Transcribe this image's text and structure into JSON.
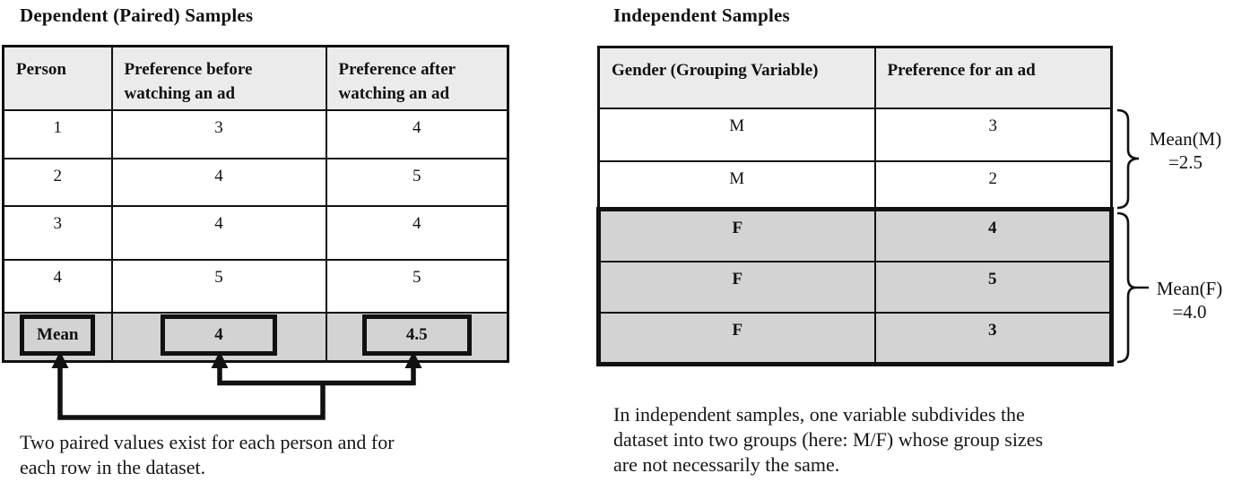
{
  "left_panel": {
    "title": "Dependent (Paired) Samples",
    "table": {
      "headers": [
        "Person",
        "Preference before watching an ad",
        "Preference after watching an ad"
      ],
      "rows": [
        [
          "1",
          "3",
          "4"
        ],
        [
          "2",
          "4",
          "5"
        ],
        [
          "3",
          "4",
          "4"
        ],
        [
          "4",
          "5",
          "5"
        ]
      ],
      "mean_row": [
        "Mean",
        "4",
        "4.5"
      ]
    },
    "caption": [
      "Two paired values exist for each person and for",
      "each row in the dataset."
    ]
  },
  "right_panel": {
    "title": "Independent Samples",
    "table": {
      "headers": [
        "Gender (Grouping Variable)",
        "Preference for an ad"
      ],
      "male_rows": [
        [
          "M",
          "3"
        ],
        [
          "M",
          "2"
        ]
      ],
      "female_rows": [
        [
          "F",
          "4"
        ],
        [
          "F",
          "5"
        ],
        [
          "F",
          "3"
        ]
      ]
    },
    "annotations": {
      "mean_m": [
        "Mean(M)",
        "=2.5"
      ],
      "mean_f": [
        "Mean(F)",
        "=4.0"
      ]
    },
    "caption": [
      "In independent samples, one variable subdivides the",
      "dataset into two groups (here: M/F) whose group sizes",
      "are not necessarily the same."
    ]
  },
  "colors": {
    "header_bg": "#ebebeb",
    "highlight_bg": "#d3d3d3",
    "border": "#111111"
  }
}
